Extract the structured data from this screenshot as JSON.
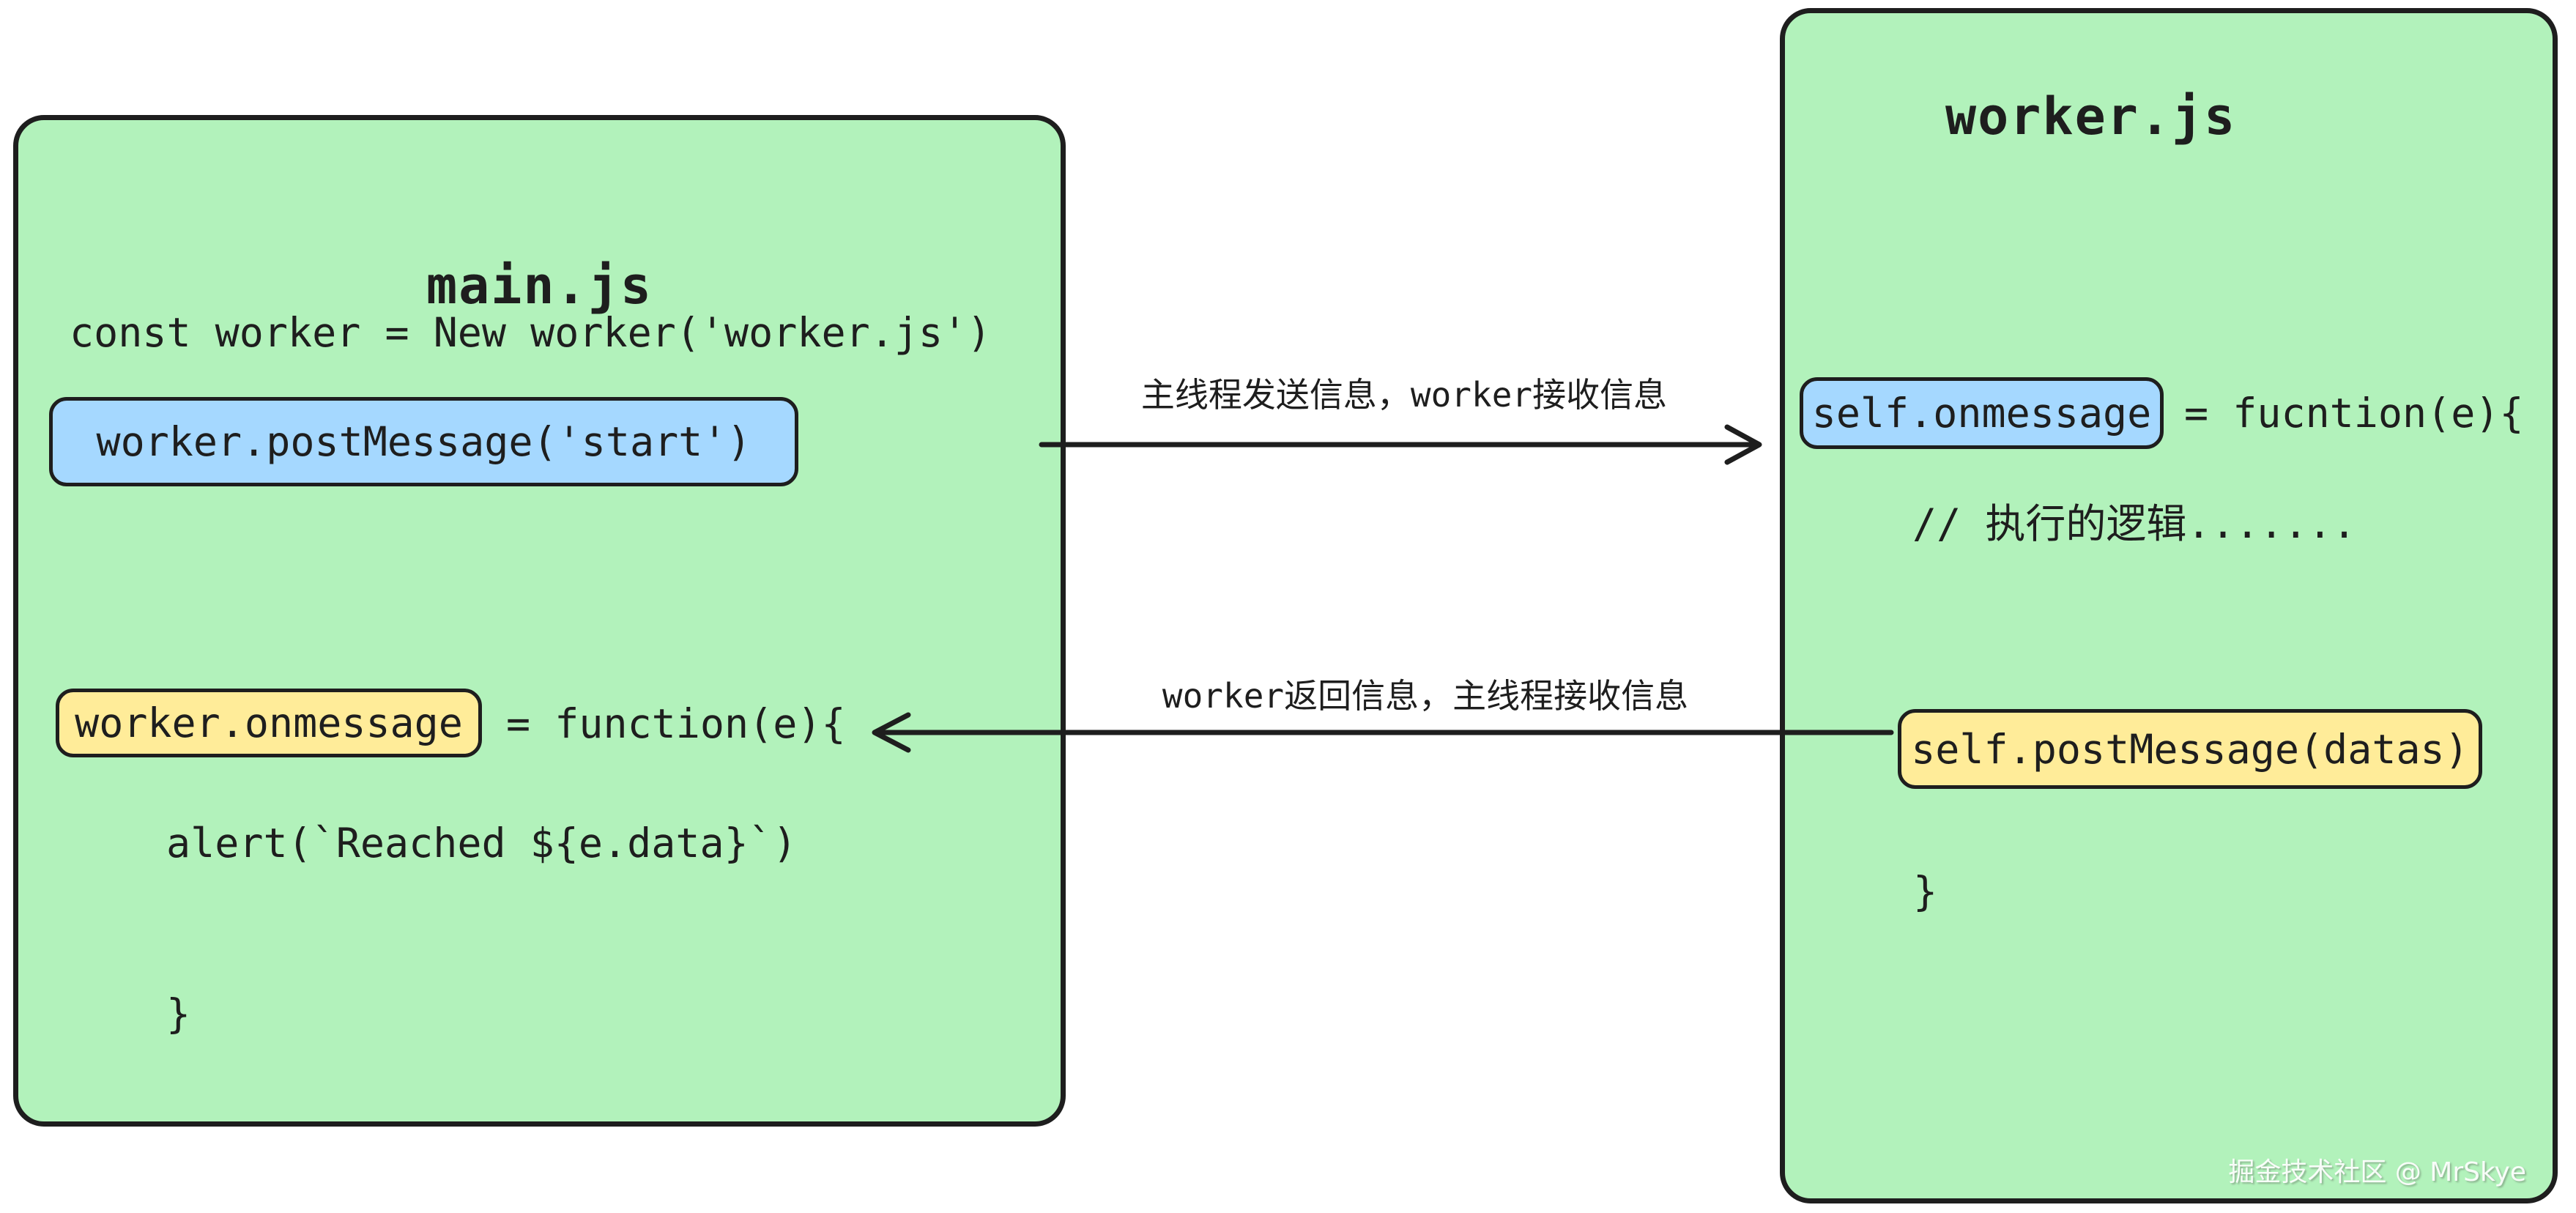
{
  "colors": {
    "box_fill": "#b2f2bb",
    "blue_fill": "#a5d8ff",
    "yellow_fill": "#ffec99",
    "stroke": "#1e1e1e",
    "background": "#ffffff"
  },
  "main_box": {
    "title": "main.js",
    "code": {
      "const_line": "const worker = New worker('worker.js')",
      "post_message": "worker.postMessage('start')",
      "onmessage_token": "worker.onmessage",
      "onmessage_tail": "= function(e){",
      "alert_line": "alert(`Reached ${e.data}`)",
      "close_brace": "}"
    }
  },
  "worker_box": {
    "title": "worker.js",
    "code": {
      "onmessage_token": "self.onmessage",
      "onmessage_tail": "= fucntion(e){",
      "comment_line": "// 执行的逻辑.......",
      "post_message": "self.postMessage(datas)",
      "close_brace": "}"
    },
    "watermark": "掘金技术社区 @ MrSkye"
  },
  "arrows": {
    "send": {
      "label": "主线程发送信息，worker接收信息",
      "direction": "left-to-right"
    },
    "reply": {
      "label": "worker返回信息，主线程接收信息",
      "direction": "right-to-left"
    }
  }
}
